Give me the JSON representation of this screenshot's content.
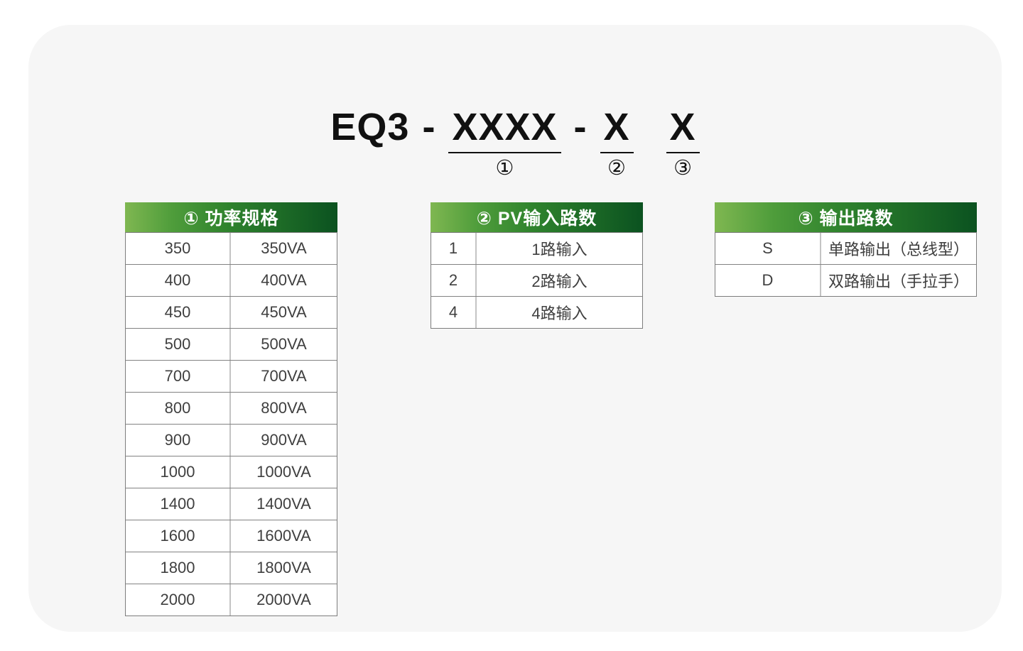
{
  "title": {
    "prefix": "EQ3",
    "dash1": "-",
    "dash2": "-",
    "segments": [
      {
        "text": "XXXX",
        "marker": "①"
      },
      {
        "text": "X",
        "marker": "②"
      },
      {
        "text": "X",
        "marker": "③"
      }
    ]
  },
  "tables": [
    {
      "header": "① 功率规格",
      "rows": [
        [
          "350",
          "350VA"
        ],
        [
          "400",
          "400VA"
        ],
        [
          "450",
          "450VA"
        ],
        [
          "500",
          "500VA"
        ],
        [
          "700",
          "700VA"
        ],
        [
          "800",
          "800VA"
        ],
        [
          "900",
          "900VA"
        ],
        [
          "1000",
          "1000VA"
        ],
        [
          "1400",
          "1400VA"
        ],
        [
          "1600",
          "1600VA"
        ],
        [
          "1800",
          "1800VA"
        ],
        [
          "2000",
          "2000VA"
        ]
      ]
    },
    {
      "header": "② PV输入路数",
      "rows": [
        [
          "1",
          "1路输入"
        ],
        [
          "2",
          "2路输入"
        ],
        [
          "4",
          "4路输入"
        ]
      ]
    },
    {
      "header": "③ 输出路数",
      "rows": [
        [
          "S",
          "单路输出（总线型）"
        ],
        [
          "D",
          "双路输出（手拉手）"
        ]
      ]
    }
  ],
  "colors": {
    "card_bg": "#f6f6f6",
    "grad_start": "#7fb751",
    "grad_mid": "#2f832d",
    "grad_end": "#0b5220",
    "header_text": "#ffffff",
    "cell_text": "#3f3f3f",
    "title_color": "#111111"
  }
}
